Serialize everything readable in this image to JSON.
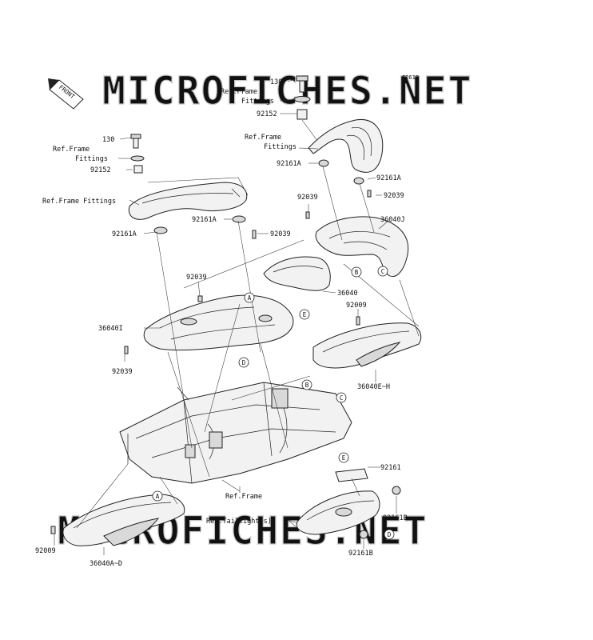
{
  "diagram_id": "F2612",
  "watermark": "MICROFICHES.NET",
  "front_label": "FRONT",
  "labels": {
    "p130_top": "130",
    "p130_left": "130",
    "ref_frame_fittings_top_a": "Ref.Frame",
    "ref_frame_fittings_top_b": "Fittings",
    "ref_frame_fittings_left_a": "Ref.Frame",
    "ref_frame_fittings_left_b": "Fittings",
    "ref_frame_fittings_mid_a": "Ref.Frame",
    "ref_frame_fittings_mid_b": "Fittings",
    "ref_frame_fittings_wide": "Ref.Frame Fittings",
    "p92152_top": "92152",
    "p92152_left": "92152",
    "p92161a_right_top": "92161A",
    "p92161a_right": "92161A",
    "p92161a_mid": "92161A",
    "p92161a_left": "92161A",
    "p92039_a": "92039",
    "p92039_b": "92039",
    "p92039_c": "92039",
    "p92039_d": "92039",
    "p92039_e": "92039",
    "p36040j": "36040J",
    "p36040": "36040",
    "p36040i": "36040I",
    "p92009_top": "92009",
    "p36040eh": "36040E~H",
    "p92161": "92161",
    "p92161b_a": "92161B",
    "p92161b_b": "92161B",
    "ref_frame": "Ref.Frame",
    "ref_taillight": "Ref.Taillight(s)",
    "p92009_bottom": "92009",
    "p36040ad": "36040A~D"
  },
  "callouts": {
    "a1": "A",
    "a2": "A",
    "b1": "B",
    "b2": "B",
    "c1": "C",
    "c2": "C",
    "d1": "D",
    "d2": "D",
    "e1": "E",
    "e2": "E"
  }
}
